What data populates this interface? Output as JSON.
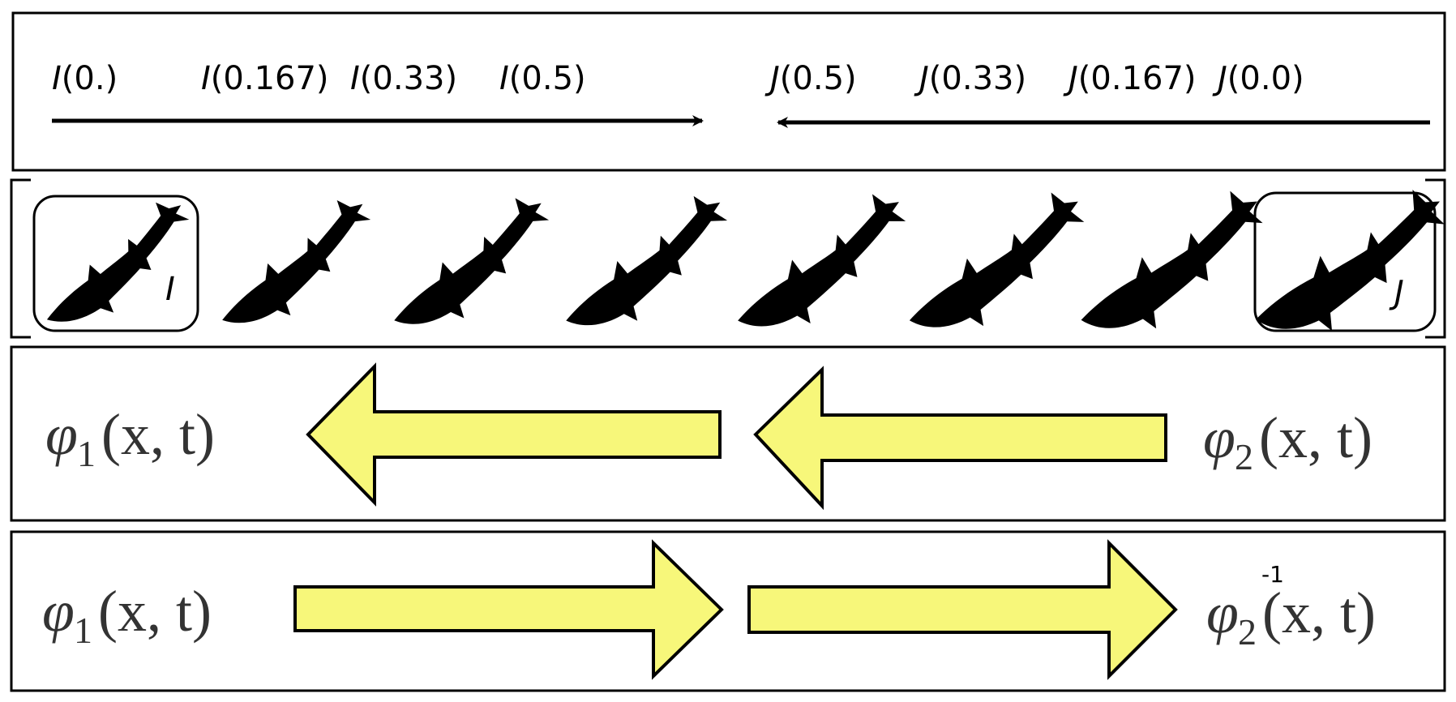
{
  "timeline": {
    "forward_labels": [
      {
        "fn": "I",
        "arg": "(0.)"
      },
      {
        "fn": "I",
        "arg": "(0.167)"
      },
      {
        "fn": "I",
        "arg": "(0.33)"
      },
      {
        "fn": "I",
        "arg": "(0.5)"
      }
    ],
    "backward_labels": [
      {
        "fn": "J",
        "arg": "(0.5)"
      },
      {
        "fn": "J",
        "arg": "(0.33)"
      },
      {
        "fn": "J",
        "arg": "(0.167)"
      },
      {
        "fn": "J",
        "arg": "(0.0)"
      }
    ]
  },
  "fish_row": {
    "source_label": "I",
    "target_label": "J",
    "frame_count": 8
  },
  "flow_backward": {
    "left_expr": {
      "symbol": "φ",
      "sub": "1",
      "args": "(x, t)"
    },
    "right_expr": {
      "symbol": "φ",
      "sub": "2",
      "args": "(x, t)"
    },
    "arrow_direction": "left"
  },
  "flow_forward": {
    "left_expr": {
      "symbol": "φ",
      "sub": "1",
      "args": "(x, t)"
    },
    "right_expr": {
      "symbol": "φ",
      "sub": "2",
      "sup": "-1",
      "args": "(x, t)"
    },
    "arrow_direction": "right"
  },
  "colors": {
    "arrow_fill": "#f7f77a",
    "stroke": "#000000",
    "math_text": "#333333"
  }
}
